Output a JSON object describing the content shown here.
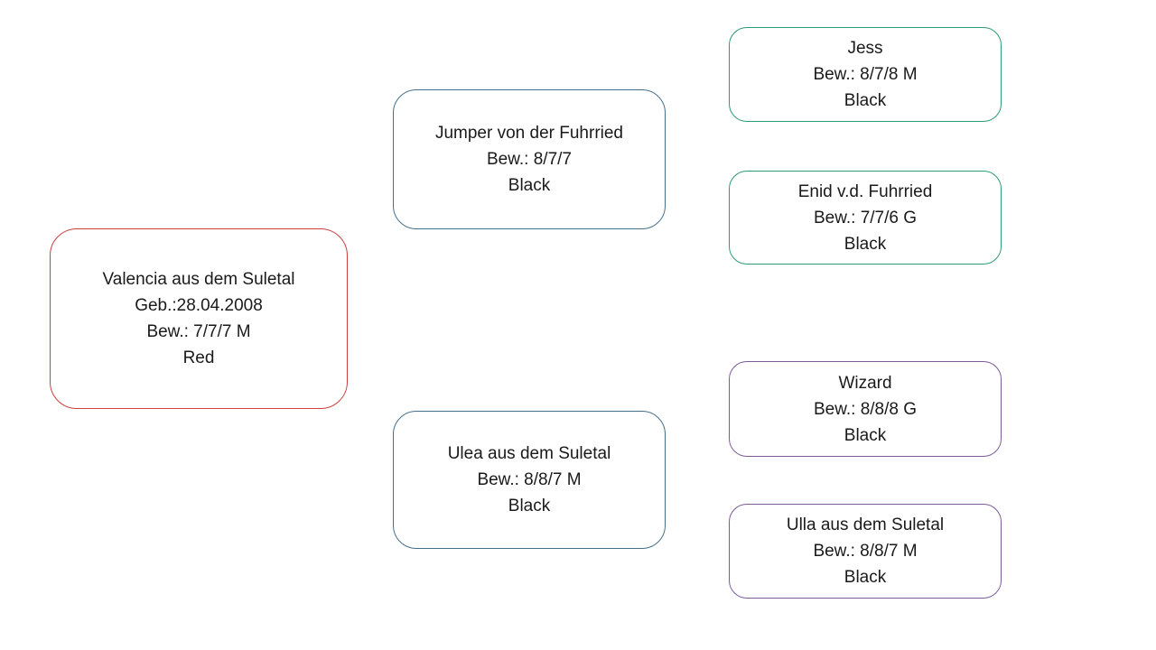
{
  "diagram": {
    "type": "pedigree-tree",
    "background_color": "#ffffff",
    "text_color": "#1a1a1a",
    "nodes": {
      "valencia": {
        "name": "Valencia aus dem Suletal",
        "birth": "Geb.:28.04.2008",
        "rating": "Bew.: 7/7/7 M",
        "coat": "Red",
        "border_color": "#c9403d",
        "generation": "subject"
      },
      "jumper": {
        "name": "Jumper von der Fuhrried",
        "rating": "Bew.: 8/7/7",
        "coat": "Black",
        "border_color": "#45708a",
        "generation": "parent"
      },
      "ulea": {
        "name": "Ulea aus dem Suletal",
        "rating": "Bew.: 8/8/7 M",
        "coat": "Black",
        "border_color": "#45708a",
        "generation": "parent"
      },
      "jess": {
        "name": "Jess",
        "rating": "Bew.: 8/7/8 M",
        "coat": "Black",
        "border_color": "#2e9b72",
        "generation": "grandparent"
      },
      "enid": {
        "name": "Enid v.d. Fuhrried",
        "rating": "Bew.: 7/7/6 G",
        "coat": "Black",
        "border_color": "#2e9b72",
        "generation": "grandparent"
      },
      "wizard": {
        "name": "Wizard",
        "rating": "Bew.: 8/8/8 G",
        "coat": "Black",
        "border_color": "#7b5c98",
        "generation": "grandparent"
      },
      "ulla": {
        "name": "Ulla aus dem Suletal",
        "rating": "Bew.: 8/8/7 M",
        "coat": "Black",
        "border_color": "#7b5c98",
        "generation": "grandparent"
      }
    }
  }
}
